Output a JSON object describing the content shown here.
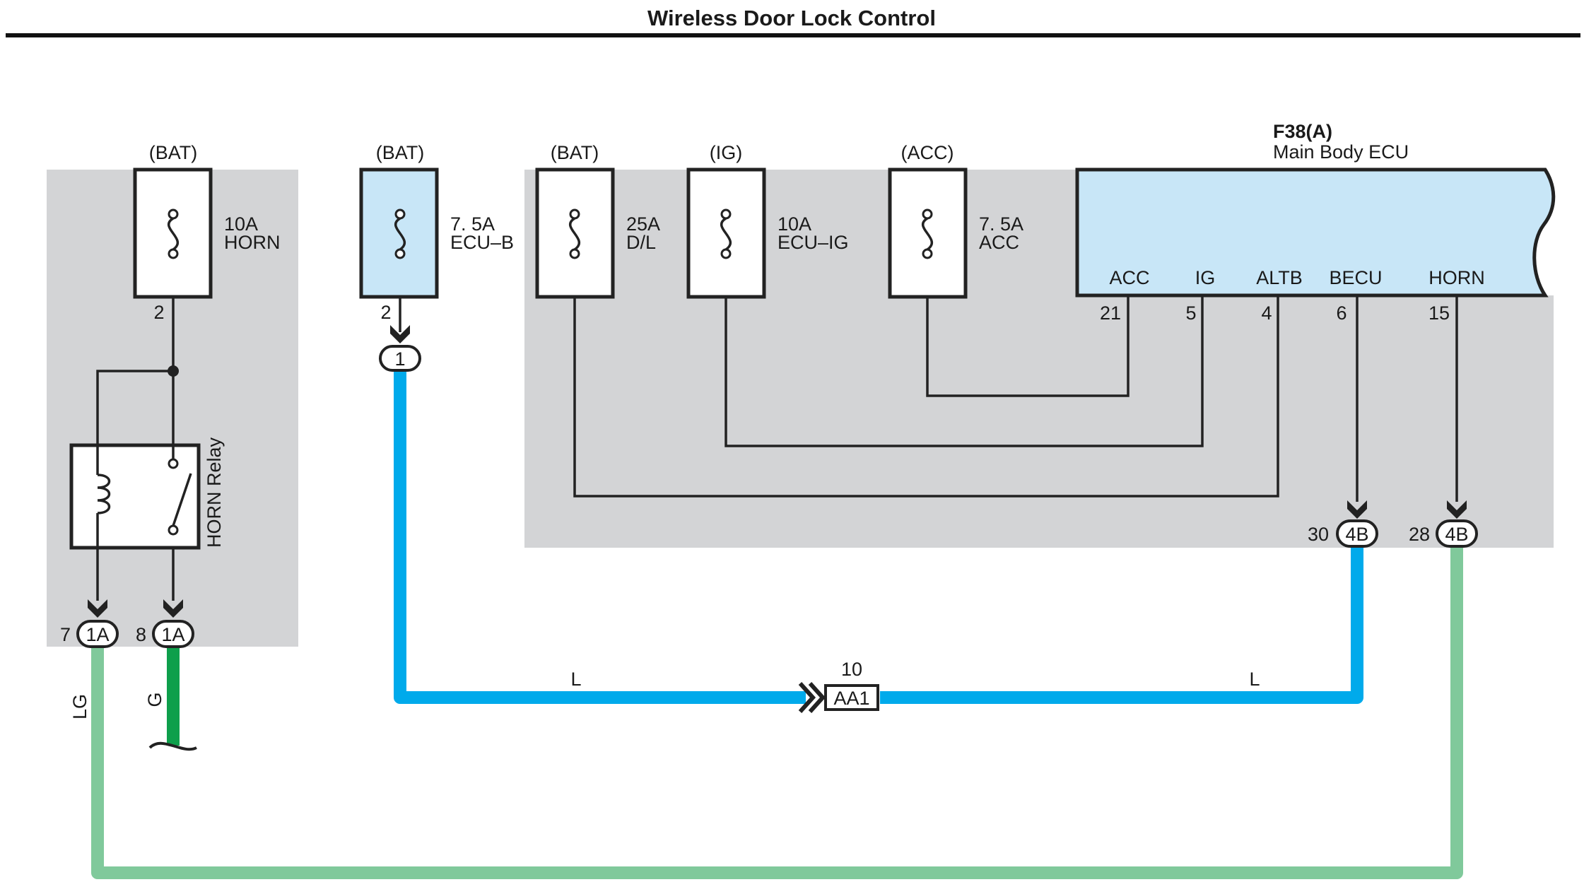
{
  "title": "Wireless Door Lock Control",
  "colors": {
    "background_panel": "#d3d4d6",
    "highlight_fill": "#c8e6f7",
    "wire_L": "#00aaeb",
    "wire_LG": "#80c99b",
    "wire_G": "#0e9f4b"
  },
  "fuses": [
    {
      "source": "(BAT)",
      "rating": "10A",
      "name": "HORN",
      "pin": "2",
      "highlighted": false
    },
    {
      "source": "(BAT)",
      "rating": "7. 5A",
      "name": "ECU–B",
      "pin": "2",
      "highlighted": true
    },
    {
      "source": "(BAT)",
      "rating": "25A",
      "name": "D/L",
      "pin": "",
      "highlighted": false
    },
    {
      "source": "(IG)",
      "rating": "10A",
      "name": "ECU–IG",
      "pin": "",
      "highlighted": false
    },
    {
      "source": "(ACC)",
      "rating": "7. 5A",
      "name": "ACC",
      "pin": "",
      "highlighted": false
    }
  ],
  "ecu": {
    "code": "F38(A)",
    "name": "Main Body ECU",
    "terminals": [
      {
        "name": "ACC",
        "pin": "21"
      },
      {
        "name": "IG",
        "pin": "5"
      },
      {
        "name": "ALTB",
        "pin": "4"
      },
      {
        "name": "BECU",
        "pin": "6"
      },
      {
        "name": "HORN",
        "pin": "15"
      }
    ]
  },
  "relay": {
    "name": "HORN Relay"
  },
  "connectors": [
    {
      "id": "1",
      "pin": ""
    },
    {
      "id": "4B",
      "pin": "30"
    },
    {
      "id": "4B",
      "pin": "28"
    },
    {
      "id": "1A",
      "pin": "7"
    },
    {
      "id": "1A",
      "pin": "8"
    },
    {
      "id": "AA1",
      "pin": "10"
    }
  ],
  "wire_labels": {
    "L_left": "L",
    "L_right": "L",
    "LG": "LG",
    "G": "G"
  }
}
